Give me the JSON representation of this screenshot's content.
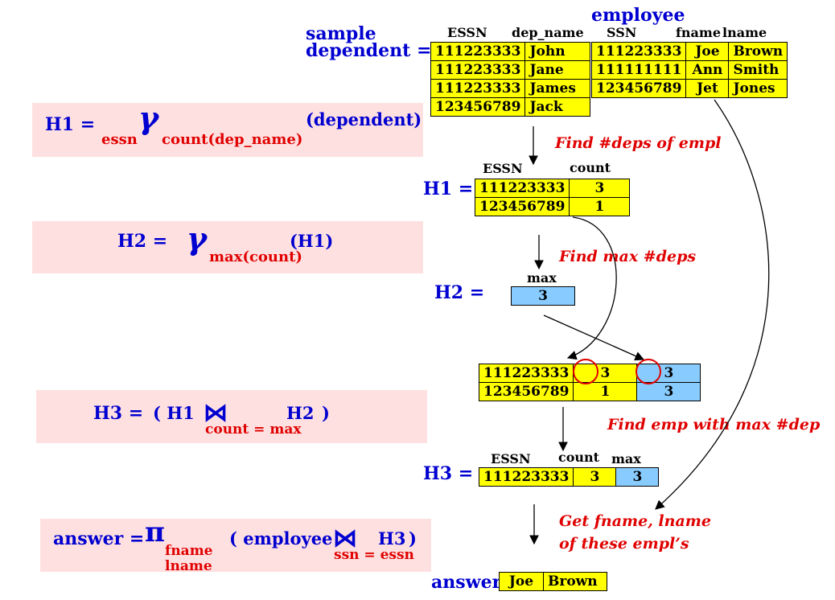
{
  "colors": {
    "yellow": "#ffff00",
    "blue": "#88ccff",
    "pink": "#ffe0e0",
    "text_blue": "#0000d0",
    "text_red": "#e00000"
  },
  "labels": {
    "sample_line1": "sample",
    "sample_line2": "dependent =",
    "employee": "employee",
    "h1_eq": "H1 =",
    "h2_eq": "H2 =",
    "h3_eq": "H3 =",
    "answer_eq": "answer"
  },
  "notes": {
    "find_deps": "Find #deps of empl",
    "find_max": "Find max #deps",
    "find_emp": "Find emp with max #dep",
    "get_fname_1": "Get fname, lname",
    "get_fname_2": "of these empl’s"
  },
  "formulas": {
    "h1": {
      "lhs": "H1 =",
      "sub_left": "essn",
      "op": "γ",
      "sub_right": "count(dep_name)",
      "arg": "(dependent)"
    },
    "h2": {
      "lhs": "H2 =",
      "op": "γ",
      "sub_right": "max(count)",
      "arg": "(H1)"
    },
    "h3": {
      "lhs": "H3 =",
      "open": "( H1",
      "join": "⋈",
      "right": "H2",
      "close": ")",
      "cond": "count = max"
    },
    "answer": {
      "lhs": "answer =",
      "op": "π",
      "sub1": "fname",
      "sub2": "lname",
      "open": "( employee",
      "join": "⋈",
      "right": "H3",
      "close": ")",
      "cond": "ssn = essn"
    }
  },
  "dependent": {
    "headers": [
      "ESSN",
      "dep_name"
    ],
    "rows": [
      [
        "111223333",
        "John"
      ],
      [
        "111223333",
        "Jane"
      ],
      [
        "111223333",
        "James"
      ],
      [
        "123456789",
        "Jack"
      ]
    ]
  },
  "employee_table": {
    "headers": [
      "SSN",
      "fname",
      "lname"
    ],
    "rows": [
      [
        "111223333",
        "Joe",
        "Brown"
      ],
      [
        "111111111",
        "Ann",
        "Smith"
      ],
      [
        "123456789",
        "Jet",
        "Jones"
      ]
    ]
  },
  "h1_table": {
    "headers": [
      "ESSN",
      "count"
    ],
    "rows": [
      [
        "111223333",
        "3"
      ],
      [
        "123456789",
        "1"
      ]
    ]
  },
  "h2_table": {
    "headers": [
      "max"
    ],
    "rows": [
      [
        "3"
      ]
    ]
  },
  "join_table": {
    "rows": [
      [
        "111223333",
        "3",
        "3"
      ],
      [
        "123456789",
        "1",
        "3"
      ]
    ]
  },
  "h3_table": {
    "headers": [
      "ESSN",
      "count",
      "max"
    ],
    "rows": [
      [
        "111223333",
        "3",
        "3"
      ]
    ]
  },
  "answer_table": {
    "rows": [
      [
        "Joe",
        "Brown"
      ]
    ]
  }
}
